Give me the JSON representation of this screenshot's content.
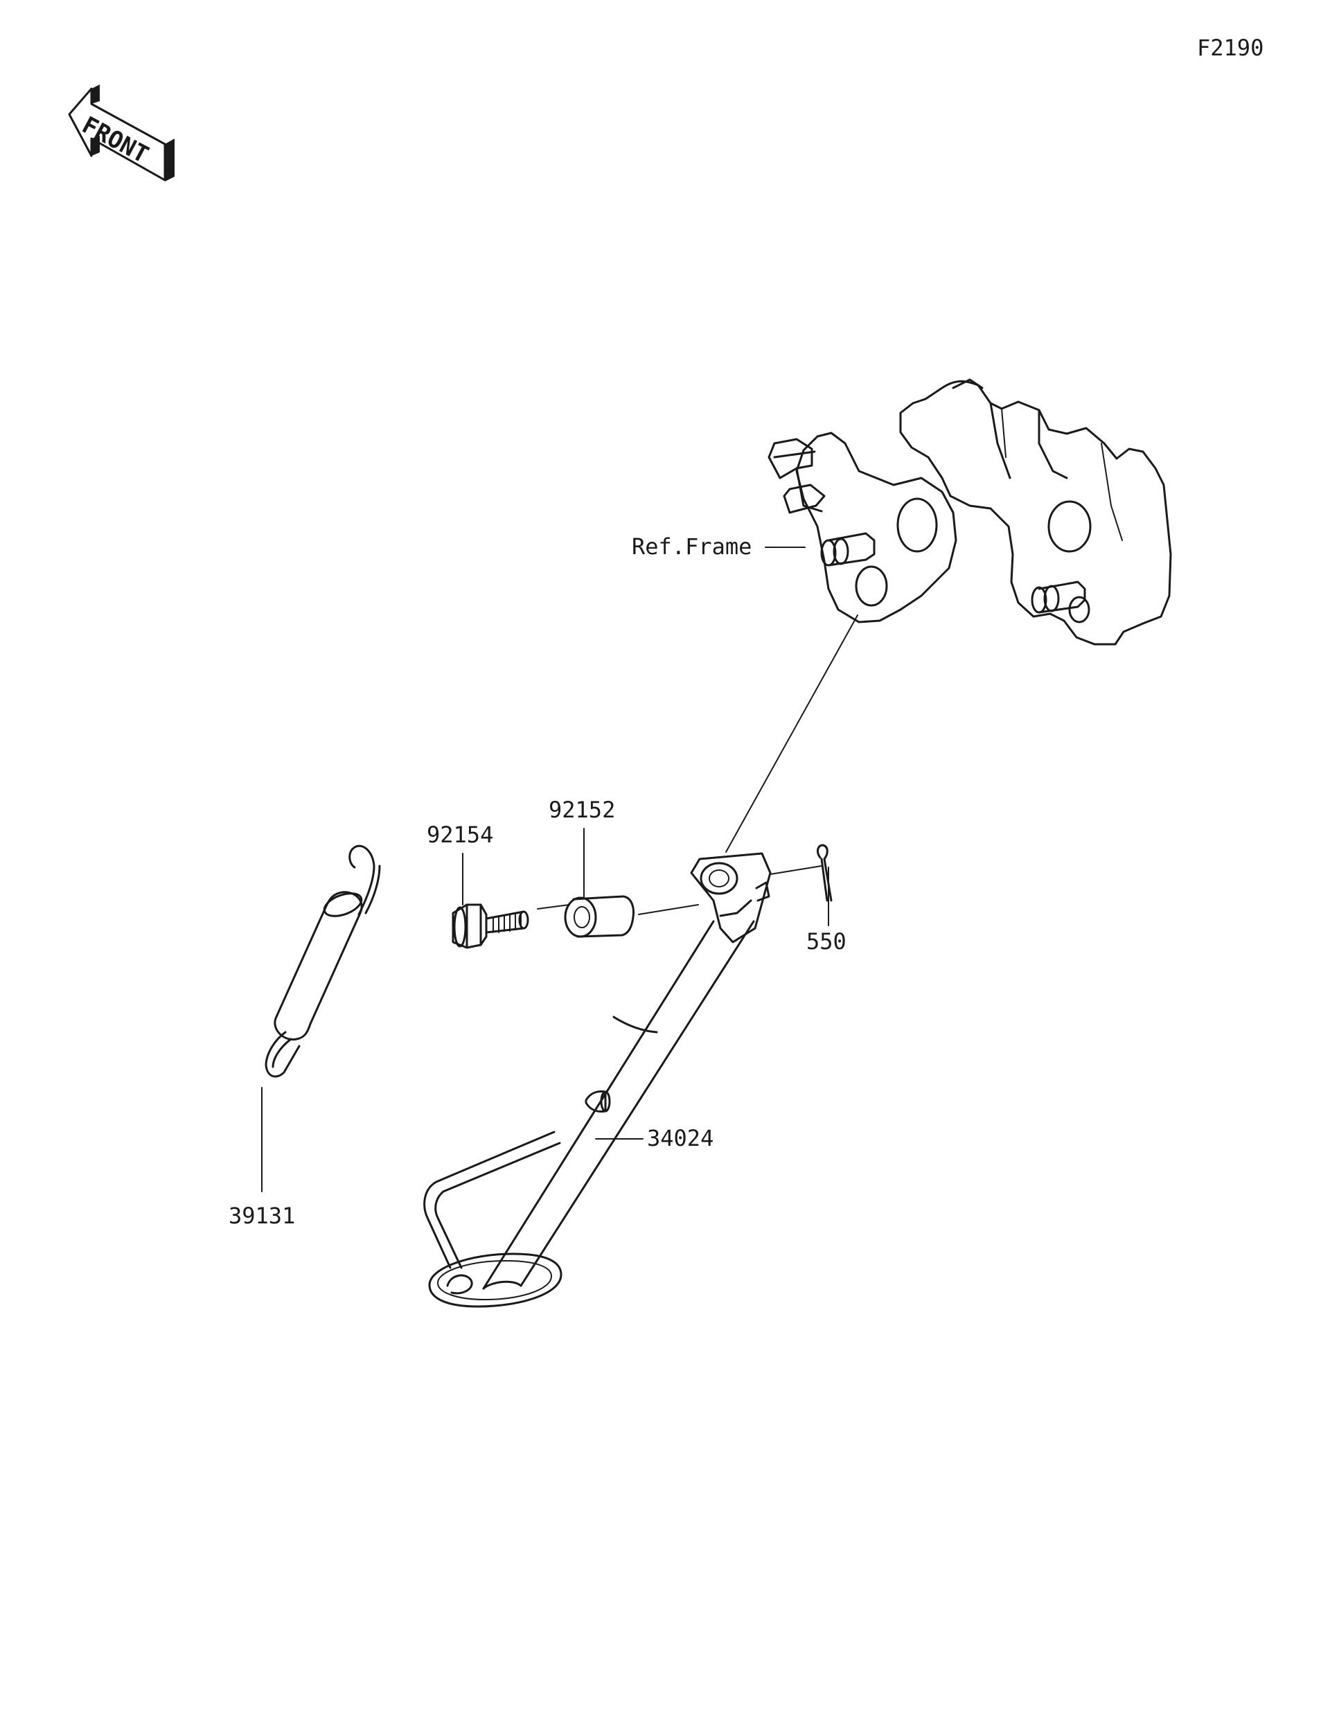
{
  "figure_code": "F2190",
  "front_marker": {
    "label": "FRONT",
    "icon": "front-direction-arrow-icon"
  },
  "callouts": {
    "ref_frame": "Ref.Frame",
    "bolt": "92154",
    "collar": "92152",
    "cotter_pin": "550",
    "spring": "39131",
    "stand": "34024"
  }
}
